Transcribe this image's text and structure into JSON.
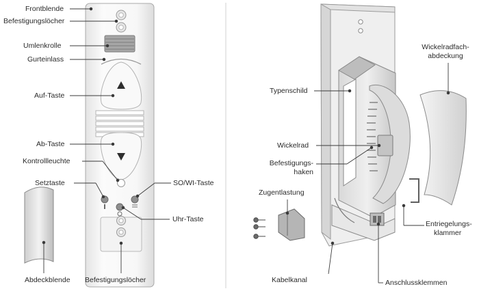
{
  "left_panel": {
    "labels": {
      "frontblende": "Frontblende",
      "befestigungsloecher_top": "Befestigungslöcher",
      "umlenkrolle": "Umlenkrolle",
      "gurteinlass": "Gurteinlass",
      "auf_taste": "Auf-Taste",
      "ab_taste": "Ab-Taste",
      "kontrollleuchte": "Kontrollleuchte",
      "setztaste": "Setztaste",
      "so_wi_taste": "SO/WI-Taste",
      "uhr_taste": "Uhr-Taste",
      "abdeckblende": "Abdeckblende",
      "befestigungsloecher_bottom": "Befestigungslöcher"
    }
  },
  "right_panel": {
    "labels": {
      "wickelradfach_line1": "Wickelradfach-",
      "wickelradfach_line2": "abdeckung",
      "typenschild": "Typenschild",
      "wickelrad": "Wickelrad",
      "befestigungshaken_line1": "Befestigungs-",
      "befestigungshaken_line2": "haken",
      "zugentlastung": "Zugentlastung",
      "entriegelung_line1": "Entriegelungs-",
      "entriegelung_line2": "klammer",
      "kabelkanal": "Kabelkanal",
      "anschlussklemmen": "Anschlussklemmen"
    }
  },
  "colors": {
    "device_body": "#f3f3f3",
    "device_outline": "#9a9a9a",
    "leader_line": "#3a3a3a",
    "mechanism_dark": "#6b6b6b",
    "text": "#2a2a2a"
  }
}
